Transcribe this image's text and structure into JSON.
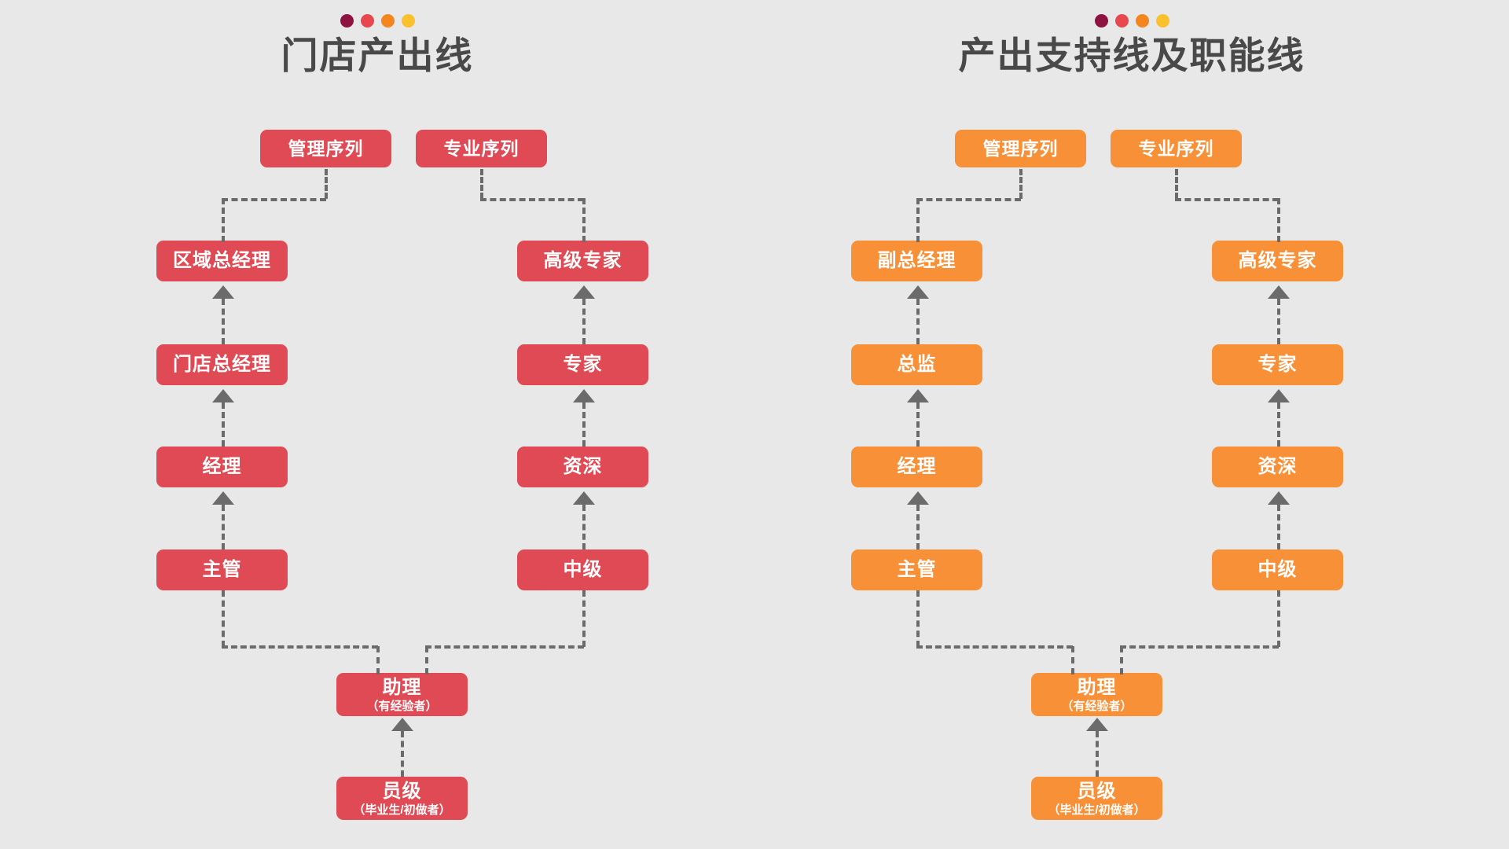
{
  "background_color": "#e8e8e8",
  "connector_color": "#6b6b6b",
  "dot_colors": [
    "#8e1340",
    "#e8474d",
    "#f5861f",
    "#fbc02d"
  ],
  "panels": [
    {
      "id": "store-output-line",
      "title": "门店产出线",
      "accent_color": "#e04a54",
      "tags": [
        {
          "label": "管理序列"
        },
        {
          "label": "专业序列"
        }
      ],
      "management_track": [
        {
          "label": "区域总经理"
        },
        {
          "label": "门店总经理"
        },
        {
          "label": "经理"
        },
        {
          "label": "主管"
        }
      ],
      "professional_track": [
        {
          "label": "高级专家"
        },
        {
          "label": "专家"
        },
        {
          "label": "资深"
        },
        {
          "label": "中级"
        }
      ],
      "base_nodes": [
        {
          "label": "助理",
          "sub": "（有经验者）"
        },
        {
          "label": "员级",
          "sub": "（毕业生/初做者）"
        }
      ]
    },
    {
      "id": "output-support-and-function-line",
      "title": "产出支持线及职能线",
      "accent_color": "#f89038",
      "tags": [
        {
          "label": "管理序列"
        },
        {
          "label": "专业序列"
        }
      ],
      "management_track": [
        {
          "label": "副总经理"
        },
        {
          "label": "总监"
        },
        {
          "label": "经理"
        },
        {
          "label": "主管"
        }
      ],
      "professional_track": [
        {
          "label": "高级专家"
        },
        {
          "label": "专家"
        },
        {
          "label": "资深"
        },
        {
          "label": "中级"
        }
      ],
      "base_nodes": [
        {
          "label": "助理",
          "sub": "（有经验者）"
        },
        {
          "label": "员级",
          "sub": "（毕业生/初做者）"
        }
      ]
    }
  ]
}
